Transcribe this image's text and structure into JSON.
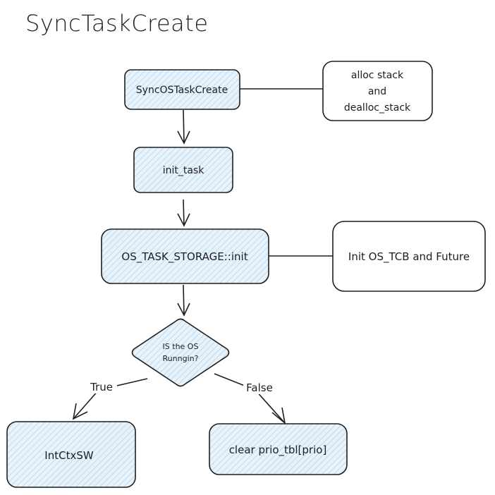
{
  "title": "SyncTaskCreate",
  "nodes": {
    "sync_os_task_create": "SyncOSTaskCreate",
    "alloc_stack_note": [
      "alloc stack",
      "and",
      "dealloc_stack"
    ],
    "init_task": "init_task",
    "os_task_storage_init": "OS_TASK_STORAGE::init",
    "init_tcb_note": "Init OS_TCB and Future",
    "decision": [
      "IS the OS",
      "Runngin?"
    ],
    "intctxsw": "IntCtxSW",
    "clear_prio": "clear prio_tbl[prio]"
  },
  "edges": {
    "true_label": "True",
    "false_label": "False"
  },
  "colors": {
    "fill": "#e7f2fb",
    "hatch": "#a5cde8",
    "stroke": "#1e1e1e"
  }
}
